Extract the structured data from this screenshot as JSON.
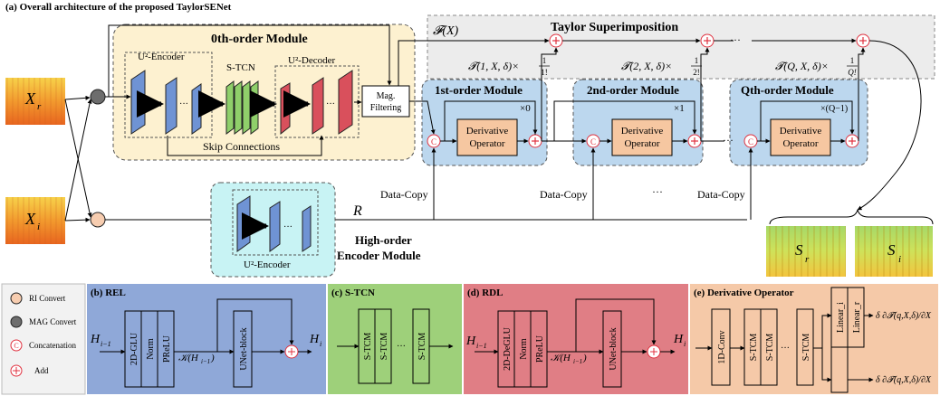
{
  "title": "(a) Overall architecture of the proposed TaylorSENet",
  "zeroth": {
    "title": "0th-order Module",
    "encoder": "U²-Encoder",
    "stcn": "S-TCN",
    "decoder": "U²-Decoder",
    "skip": "Skip Connections",
    "magfilter_1": "Mag.",
    "magfilter_2": "Filtering"
  },
  "inputs": {
    "xr_main": "X",
    "xr_sub": "r",
    "xi_main": "X",
    "xi_sub": "i"
  },
  "taylor": {
    "title": "Taylor Superimposition",
    "fx": "𝓕(X)",
    "term1": "𝓣(1, X, δ)×",
    "term1_frac_num": "1",
    "term1_frac_den": "1!",
    "term2": "𝓣(2, X, δ)×",
    "term2_frac_num": "1",
    "term2_frac_den": "2!",
    "term3": "𝓣(Q, X, δ)×",
    "term3_frac_num": "1",
    "term3_frac_den": "Q!"
  },
  "modules": [
    {
      "title": "1st-order Module",
      "mult": "×0",
      "op_1": "Derivative",
      "op_2": "Operator"
    },
    {
      "title": "2nd-order Module",
      "mult": "×1",
      "op_1": "Derivative",
      "op_2": "Operator"
    },
    {
      "title": "Qth-order Module",
      "mult": "×(Q−1)",
      "op_1": "Derivative",
      "op_2": "Operator"
    }
  ],
  "datacopy": "Data-Copy",
  "ellipsis": "···",
  "r_label": "R",
  "high_order": {
    "encoder": "U²-Encoder",
    "title_1": "High-order",
    "title_2": "Encoder Module"
  },
  "outputs": {
    "sr_main": "S",
    "sr_sub": "r",
    "si_main": "S",
    "si_sub": "i"
  },
  "legend": {
    "ri": "RI Convert",
    "mag": "MAG Convert",
    "concat": "Concatenation",
    "add": "Add",
    "concat_symbol": "C"
  },
  "rel": {
    "title": "(b) REL",
    "hin": "H",
    "hin_sub": "i−1",
    "glu": "2D-GLU",
    "norm": "Norm",
    "prelu": "PReLU",
    "k": "𝒦(H",
    "k_sub": "i−1",
    "k_end": ")",
    "unet": "UNet-block",
    "hout": "H",
    "hout_sub": "i"
  },
  "stcn": {
    "title": "(c) S-TCN",
    "tcm": "S-TCM"
  },
  "rdl": {
    "title": "(d) RDL",
    "hin": "H",
    "hin_sub": "i−1",
    "deglu": "2D-DeGLU",
    "norm": "Norm",
    "prelu": "PReLU",
    "k": "𝒦(H",
    "k_sub": "i−1",
    "k_end": ")",
    "unet": "UNet-block",
    "hout": "H",
    "hout_sub": "i"
  },
  "derivop": {
    "title": "(e) Derivative Operator",
    "conv": "1D-Conv",
    "tcm": "S-TCM",
    "linear_r": "Linear_r",
    "linear_i": "Linear_i",
    "out1": "δ ∂𝓣(q,X,δ)/∂X",
    "out2": "δ ∂𝓣(q,X,δ)/∂X"
  },
  "colors": {
    "zeroth_bg": "#fdf1d0",
    "module_bg": "#bcd7ee",
    "highorder_bg": "#c8f3f4",
    "rel_bg": "#8fa8d8",
    "stcn_bg": "#9ed07a",
    "rdl_bg": "#e07e85",
    "derivop_bg": "#f5c9a8",
    "encoder_block": "#6f93d4",
    "tcn_block": "#8fcf6a",
    "decoder_block": "#d9505c",
    "op_box": "#f6c7a1",
    "add_red": "#e0313f",
    "ri_fill": "#f7cdb0",
    "mag_fill": "#6d6d6d"
  }
}
